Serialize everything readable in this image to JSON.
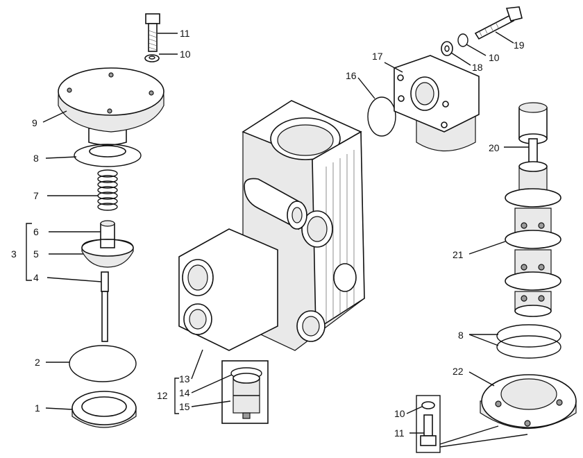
{
  "callouts": {
    "c1": "1",
    "c2": "2",
    "c3": "3",
    "c4": "4",
    "c5": "5",
    "c6": "6",
    "c7": "7",
    "c8a": "8",
    "c9": "9",
    "c10a": "10",
    "c11a": "11",
    "c12": "12",
    "c13": "13",
    "c14": "14",
    "c15": "15",
    "c16": "16",
    "c17": "17",
    "c18": "18",
    "c10b": "10",
    "c19": "19",
    "c20": "20",
    "c21": "21",
    "c8b": "8",
    "c22": "22",
    "c10c": "10",
    "c11b": "11"
  }
}
